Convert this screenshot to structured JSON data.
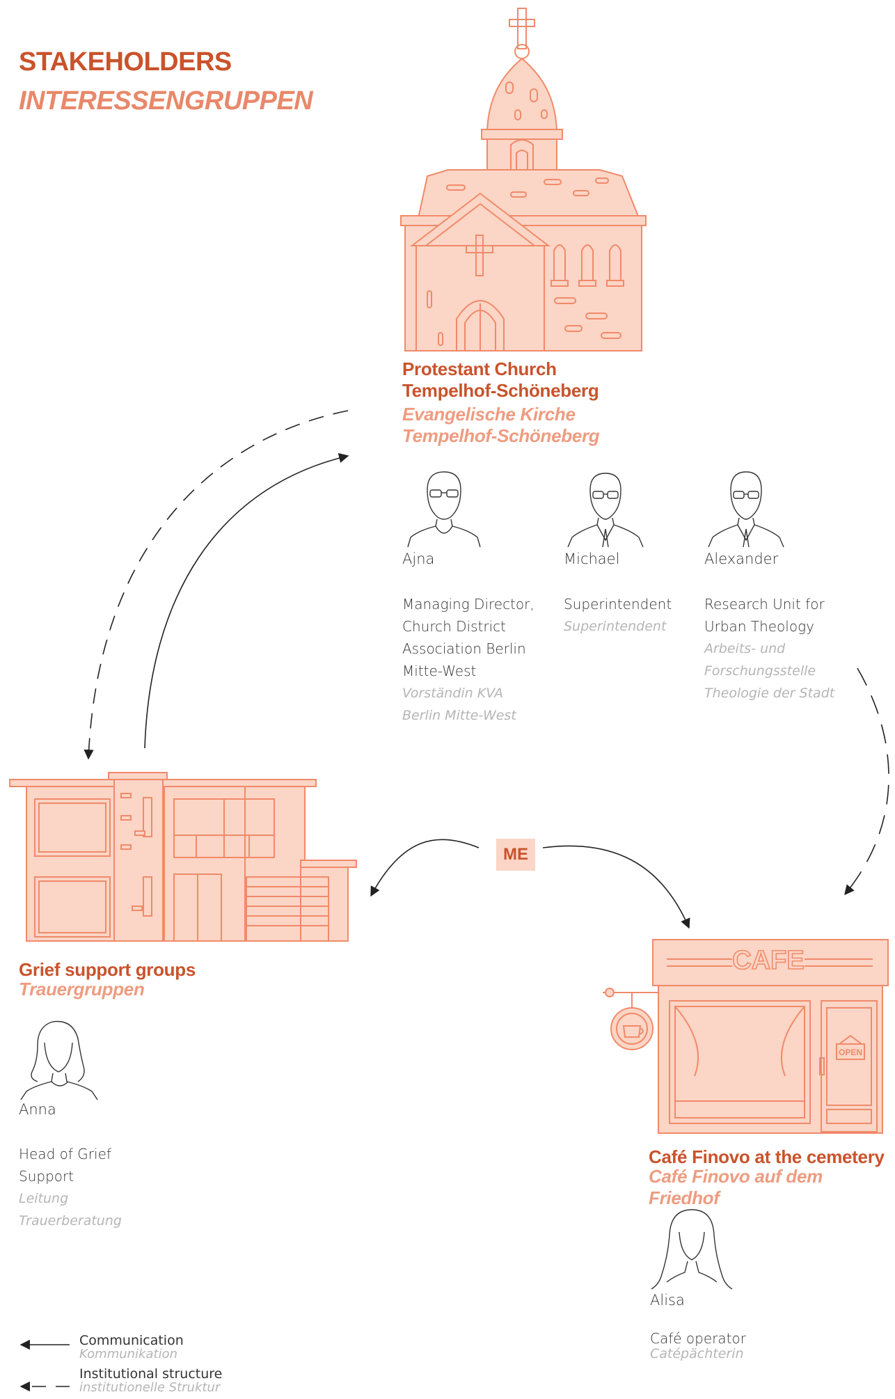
{
  "title": {
    "en": "STAKEHOLDERS",
    "de": "INTERESSENGRUPPEN"
  },
  "colors": {
    "accent": "#c9532c",
    "accent_light": "#ee9c80",
    "fill": "#fbd5c5",
    "stroke": "#f08a6a",
    "line": "#222222"
  },
  "church": {
    "icon": "church-icon",
    "name_en": "Protestant Church Tempelhof-Schöneberg",
    "name_de": "Evangelische Kirche Tempelhof-Schöneberg",
    "name_en_l1": "Protestant Church",
    "name_en_l2": "Tempelhof-Schöneberg",
    "name_de_l1": "Evangelische Kirche",
    "name_de_l2": "Tempelhof-Schöneberg",
    "people": [
      {
        "name": "Ajna",
        "role_en": [
          "Managing Director,",
          "Church District",
          "Association Berlin",
          "Mitte-West"
        ],
        "role_de": [
          "Vorständin KVA",
          "Berlin Mitte-West"
        ]
      },
      {
        "name": "Michael",
        "role_en": [
          "Superintendent"
        ],
        "role_de": [
          "Superintendent"
        ]
      },
      {
        "name": "Alexander",
        "role_en": [
          "Research Unit for",
          "Urban Theology"
        ],
        "role_de": [
          "Arbeits- und",
          "Forschungsstelle",
          "Theologie der Stadt"
        ]
      }
    ]
  },
  "grief": {
    "icon": "building-icon",
    "name_en": "Grief support groups",
    "name_de": "Trauergruppen",
    "person": {
      "name": "Anna",
      "role_en": [
        "Head of Grief",
        "Support"
      ],
      "role_de": [
        "Leitung",
        "Trauerberatung"
      ]
    }
  },
  "cafe": {
    "icon": "cafe-icon",
    "sign": "CAFE",
    "open_sign": "OPEN",
    "name_en": "Café Finovo at the cemetery",
    "name_de": "Café Finovo auf dem Friedhof",
    "person": {
      "name": "Alisa",
      "role_en": [
        "Café operator"
      ],
      "role_de": [
        "Catépächterin"
      ]
    }
  },
  "me": "ME",
  "legend": [
    {
      "en": "Communication",
      "de": "Kommunikation",
      "style": "solid"
    },
    {
      "en": "Institutional structure",
      "de": "institutionelle Struktur",
      "style": "dashed"
    }
  ]
}
